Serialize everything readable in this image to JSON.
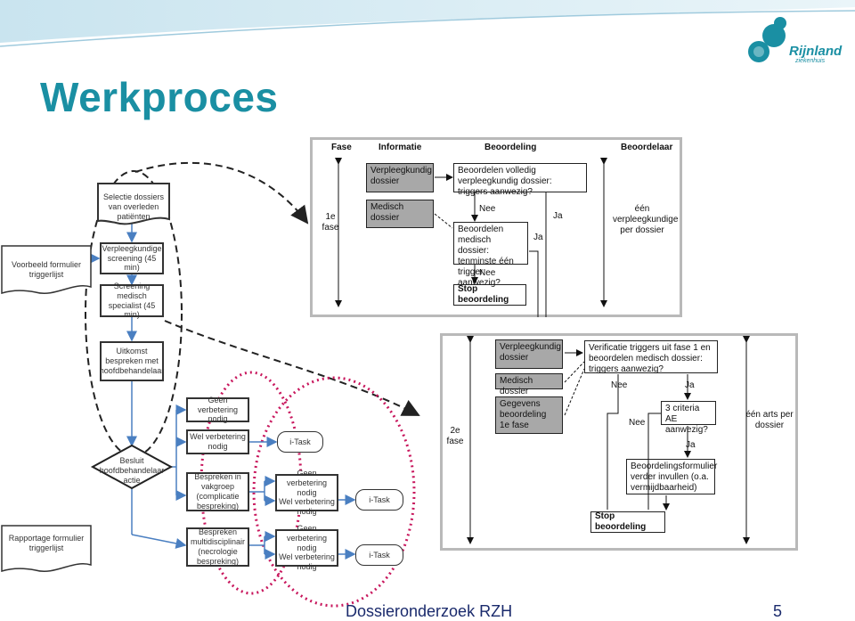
{
  "slide": {
    "title": "Werkproces",
    "footer": "Dossieronderzoek RZH",
    "page_number": "5",
    "logo": {
      "name": "Rijnland",
      "sub": "ziekenhuis"
    }
  },
  "flowchart": {
    "selectie": "Selectie dossiers van overleden patiënten",
    "voorbeeld": "Voorbeeld formulier triggerlijst",
    "verpleegkundige_screening": "Verpleegkundige screening (45 min)",
    "screening_medisch": "Screening medisch specialist (45 min)",
    "uitkomst": "Uitkomst bespreken met hoofdbehandelaar",
    "besluit": "Besluit hoofdbehandelaar actie",
    "geen_verbetering_nodig": "Geen verbetering nodig",
    "wel_verbetering_nodig": "Wel verbetering nodig",
    "bespreken_vakgroep": "Bespreken in vakgroep (complicatie bespreking)",
    "bespreken_multi": "Bespreken multidisciplinair (necrologie bespreking)",
    "rapportage": "Rapportage formulier triggerlijst",
    "itask": "i-Task",
    "geen_verbetering_2": "Geen verbetering nodig",
    "wel_verbetering_2": "Wel verbetering nodig",
    "geen_verbetering_3": "Geen verbetering nodig",
    "wel_verbetering_3": "Wel verbetering nodig"
  },
  "phase1": {
    "headers": [
      "Fase",
      "Informatie",
      "Beoordeling",
      "Beoordelaar"
    ],
    "fase": "1e fase",
    "verpleegkundig_dossier": "Verpleegkundig dossier",
    "medisch_dossier": "Medisch dossier",
    "beoordelen_volledig": "Beoordelen volledig verpleegkundig dossier: triggers aanwezig?",
    "beoordelen_medisch": "Beoordelen medisch dossier: tenminste één trigger aanwezig?",
    "stop": "Stop beoordeling",
    "nee1": "Nee",
    "nee2": "Nee",
    "ja1": "Ja",
    "ja2": "Ja",
    "beoordelaar": "één verpleegkundige per dossier"
  },
  "phase2": {
    "fase": "2e fase",
    "verpleegkundig_dossier": "Verpleegkundig dossier",
    "medisch_dossier": "Medisch dossier",
    "gegevens": "Gegevens beoordeling 1e fase",
    "verificatie": "Verificatie triggers uit fase 1 en beoordelen medisch dossier: triggers aanwezig?",
    "criteria": "3 criteria AE aanwezig?",
    "formulier": "Beoordelingsformulier verder invullen (o.a. vermijdbaarheid)",
    "stop": "Stop beoordeling",
    "nee1": "Nee",
    "nee2": "Nee",
    "ja1": "Ja",
    "ja2": "Ja",
    "beoordelaar": "één arts per dossier"
  },
  "colors": {
    "accent": "#1a8fa3",
    "footer": "#1a2a6c",
    "arrow": "#4a7fc1",
    "highlight": "#c8175d"
  }
}
